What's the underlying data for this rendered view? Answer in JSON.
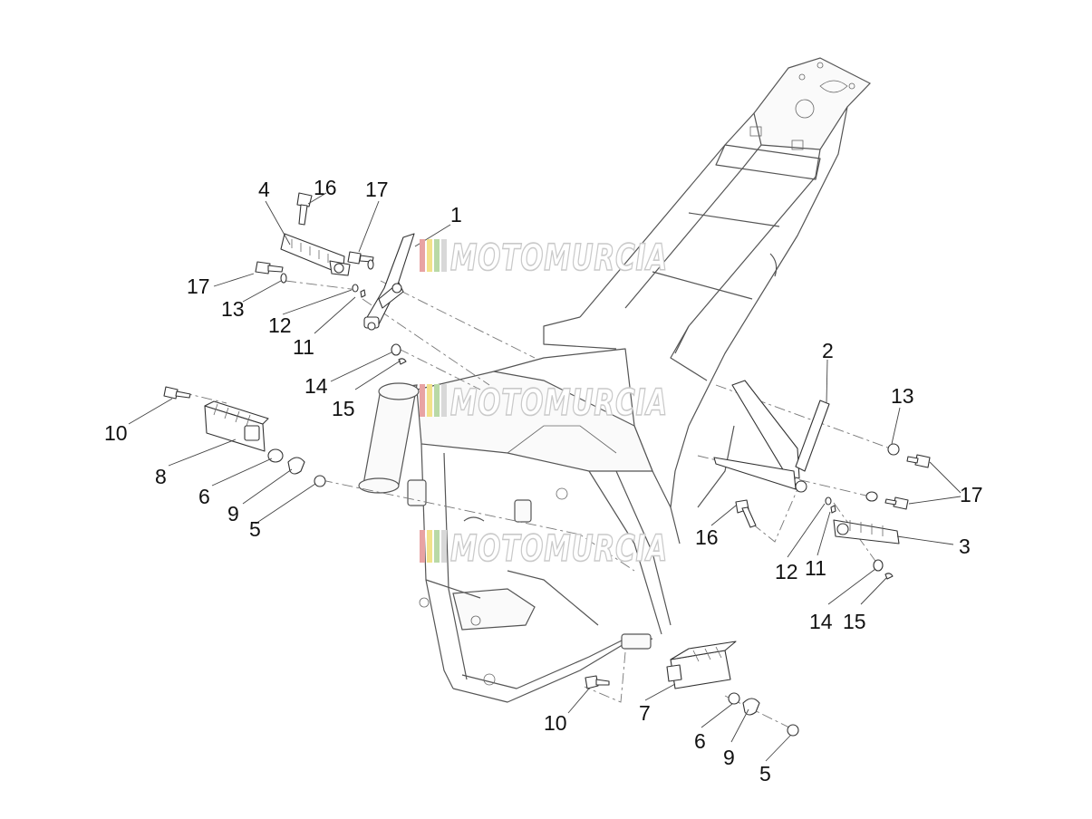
{
  "watermark": {
    "text": "MOTOMURCIA",
    "stripe_colors": [
      "#e8a3a3",
      "#f2e28a",
      "#b9d9a6",
      "#d8d8d8"
    ],
    "outline_color": "#c9c9c9"
  },
  "callouts": [
    {
      "id": "c1",
      "label": "1"
    },
    {
      "id": "c2",
      "label": "2"
    },
    {
      "id": "c3",
      "label": "3"
    },
    {
      "id": "c4",
      "label": "4"
    },
    {
      "id": "c5a",
      "label": "5"
    },
    {
      "id": "c5b",
      "label": "5"
    },
    {
      "id": "c6a",
      "label": "6"
    },
    {
      "id": "c6b",
      "label": "6"
    },
    {
      "id": "c7",
      "label": "7"
    },
    {
      "id": "c8",
      "label": "8"
    },
    {
      "id": "c9a",
      "label": "9"
    },
    {
      "id": "c9b",
      "label": "9"
    },
    {
      "id": "c10a",
      "label": "10"
    },
    {
      "id": "c10b",
      "label": "10"
    },
    {
      "id": "c11a",
      "label": "11"
    },
    {
      "id": "c11b",
      "label": "11"
    },
    {
      "id": "c12a",
      "label": "12"
    },
    {
      "id": "c12b",
      "label": "12"
    },
    {
      "id": "c13a",
      "label": "13"
    },
    {
      "id": "c13b",
      "label": "13"
    },
    {
      "id": "c14a",
      "label": "14"
    },
    {
      "id": "c14b",
      "label": "14"
    },
    {
      "id": "c15a",
      "label": "15"
    },
    {
      "id": "c15b",
      "label": "15"
    },
    {
      "id": "c16a",
      "label": "16"
    },
    {
      "id": "c16b",
      "label": "16"
    },
    {
      "id": "c17a",
      "label": "17"
    },
    {
      "id": "c17b",
      "label": "17"
    },
    {
      "id": "c17c",
      "label": "17"
    }
  ]
}
